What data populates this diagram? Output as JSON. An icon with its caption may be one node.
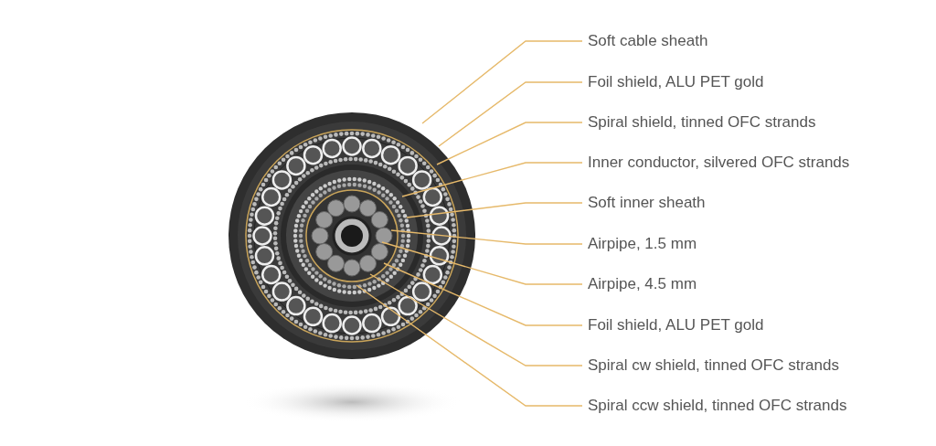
{
  "diagram": {
    "nodes": [
      {
        "text": [
          "Soft cable sheath"
        ]
      },
      {
        "text": [
          "Foil shield, ALU PET gold"
        ]
      },
      {
        "text": [
          "Spiral shield, tinned OFC strands"
        ]
      },
      {
        "text": [
          "Inner conductor, silvered OFC strands"
        ]
      },
      {
        "text": [
          "Soft inner sheath"
        ]
      },
      {
        "text": [
          "Airpipe, 1.5 mm"
        ]
      },
      {
        "text": [
          "Airpipe, 4.5 mm"
        ]
      },
      {
        "text": [
          "Foil shield, ALU PET gold"
        ]
      },
      {
        "text": [
          "Spiral cw shield, tinned OFC strands"
        ]
      },
      {
        "text": [
          "Spiral ccw shield, tinned OFC strands"
        ]
      }
    ],
    "edges": [
      {
        "from": 0,
        "to": null,
        "arrow": "none"
      },
      {
        "from": 1,
        "to": null,
        "arrow": "none"
      },
      {
        "from": 2,
        "to": null,
        "arrow": "none"
      },
      {
        "from": 3,
        "to": null,
        "arrow": "none"
      },
      {
        "from": 4,
        "to": null,
        "arrow": "none"
      },
      {
        "from": 5,
        "to": null,
        "arrow": "none"
      },
      {
        "from": 6,
        "to": null,
        "arrow": "none"
      },
      {
        "from": 7,
        "to": null,
        "arrow": "none"
      },
      {
        "from": 8,
        "to": null,
        "arrow": "none"
      },
      {
        "from": 9,
        "to": null,
        "arrow": "none"
      }
    ]
  }
}
